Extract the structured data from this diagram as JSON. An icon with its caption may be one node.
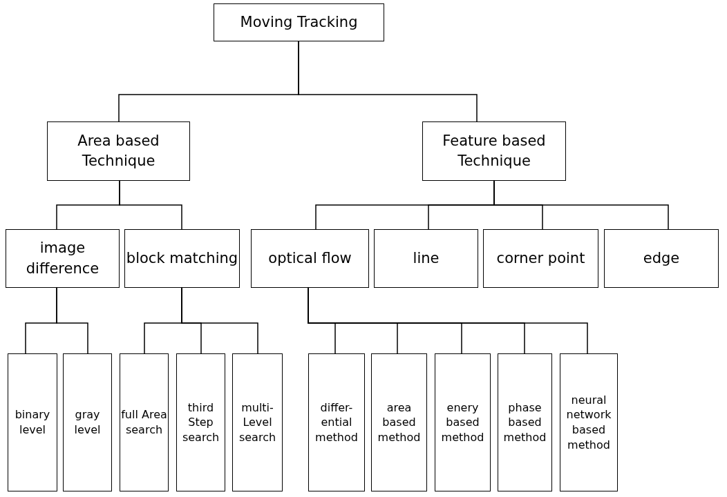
{
  "diagram": {
    "nodes": [
      {
        "text": [
          "Moving Tracking"
        ]
      },
      {
        "text": [
          "Area based Technique"
        ]
      },
      {
        "text": [
          "Feature based Technique"
        ]
      },
      {
        "text": [
          "image difference"
        ]
      },
      {
        "text": [
          "block matching"
        ]
      },
      {
        "text": [
          "optical flow"
        ]
      },
      {
        "text": [
          "line"
        ]
      },
      {
        "text": [
          "corner point"
        ]
      },
      {
        "text": [
          "edge"
        ]
      },
      {
        "text": [
          "binary level"
        ]
      },
      {
        "text": [
          "gray level"
        ]
      },
      {
        "text": [
          "full Area search"
        ]
      },
      {
        "text": [
          "third Step search"
        ]
      },
      {
        "text": [
          "multi- Level search"
        ]
      },
      {
        "text": [
          "differ- ential method"
        ]
      },
      {
        "text": [
          "area based method"
        ]
      },
      {
        "text": [
          "enery based method"
        ]
      },
      {
        "text": [
          "phase based method"
        ]
      },
      {
        "text": [
          "neural network based method"
        ]
      }
    ],
    "edges": [
      {
        "from": 0,
        "to": 1,
        "arrow": "none"
      },
      {
        "from": 0,
        "to": 2,
        "arrow": "none"
      },
      {
        "from": 1,
        "to": 3,
        "arrow": "none"
      },
      {
        "from": 1,
        "to": 4,
        "arrow": "none"
      },
      {
        "from": 2,
        "to": 5,
        "arrow": "none"
      },
      {
        "from": 2,
        "to": 6,
        "arrow": "none"
      },
      {
        "from": 2,
        "to": 7,
        "arrow": "none"
      },
      {
        "from": 2,
        "to": 8,
        "arrow": "none"
      },
      {
        "from": 3,
        "to": 9,
        "arrow": "none"
      },
      {
        "from": 3,
        "to": 10,
        "arrow": "none"
      },
      {
        "from": 4,
        "to": 11,
        "arrow": "none"
      },
      {
        "from": 4,
        "to": 12,
        "arrow": "none"
      },
      {
        "from": 4,
        "to": 13,
        "arrow": "none"
      },
      {
        "from": 5,
        "to": 14,
        "arrow": "none"
      },
      {
        "from": 5,
        "to": 15,
        "arrow": "none"
      },
      {
        "from": 5,
        "to": 16,
        "arrow": "none"
      },
      {
        "from": 5,
        "to": 17,
        "arrow": "none"
      },
      {
        "from": 5,
        "to": 18,
        "arrow": "none"
      }
    ]
  }
}
